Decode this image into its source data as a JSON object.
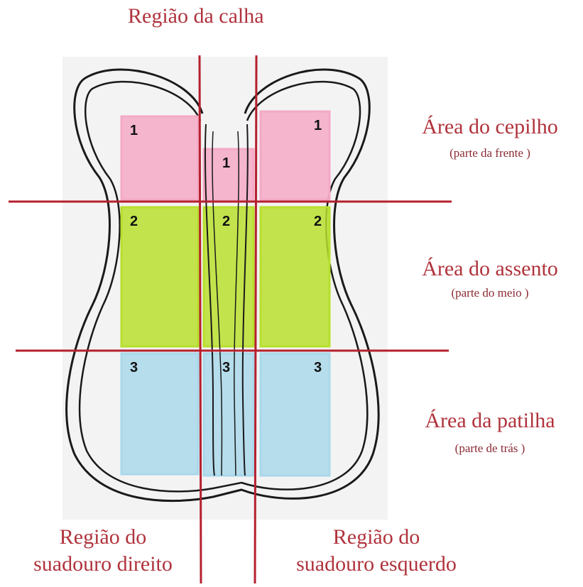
{
  "title": "Região da calha",
  "areas": [
    {
      "label": "Área do cepilho",
      "sub": "(parte da frente )",
      "number": "1",
      "color": "#f4a9c5"
    },
    {
      "label": "Área do assento",
      "sub": "(parte do meio )",
      "number": "2",
      "color": "#b8df2e"
    },
    {
      "label": "Área da patilha",
      "sub": "(parte de trás )",
      "number": "3",
      "color": "#a9d8ea"
    }
  ],
  "bottom_left": {
    "line1": "Região do",
    "line2": "suadouro direito"
  },
  "bottom_right": {
    "line1": "Região do",
    "line2": "suadouro esquerdo"
  },
  "colors": {
    "divider": "#b5202e",
    "text": "#b0333c",
    "outline": "#1a1a1a",
    "paper": "#f2f2f2"
  }
}
